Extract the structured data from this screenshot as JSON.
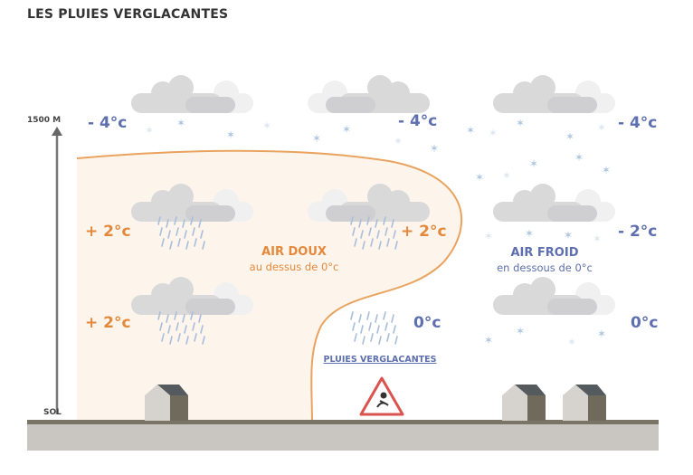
{
  "title": "LES PLUIES VERGLACANTES",
  "axis": {
    "top_label": "1500 M",
    "bottom_label": "SOL"
  },
  "temperatures": {
    "row1": {
      "left": "- 4°c",
      "middle": "- 4°c",
      "right": "- 4°c"
    },
    "row2": {
      "left": "+ 2°c",
      "middle": "+ 2°c",
      "right": "- 2°c"
    },
    "row3": {
      "left": "+ 2°c",
      "middle": "0°c",
      "right": "0°c"
    }
  },
  "warm_air": {
    "title": "AIR DOUX",
    "subtitle": "au dessus de 0°c"
  },
  "cold_air": {
    "title": "AIR FROID",
    "subtitle": "en dessous de 0°c"
  },
  "freezing_rain_caption": "PLUIES VERGLACANTES",
  "colors": {
    "warm": "#e4883b",
    "cold": "#5d6fae",
    "warm_fill": "#fdf5ec",
    "ground": "#c9c6c2",
    "ground_edge": "#7a7466"
  }
}
